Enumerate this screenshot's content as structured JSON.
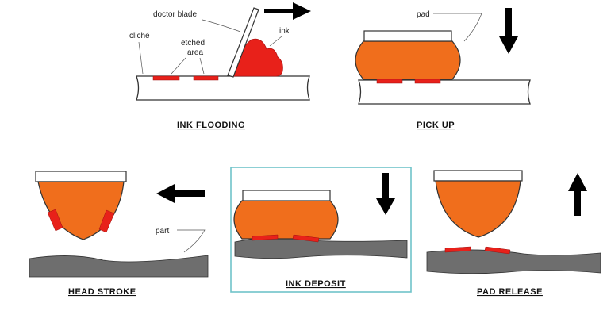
{
  "colors": {
    "pad": "#f06e1c",
    "ink": "#e8211a",
    "ink_dark": "#c01818",
    "part": "#6e6e6e",
    "frame": "#6fc3c9",
    "arrow": "#000000"
  },
  "panels": {
    "ink_flooding": {
      "caption": "INK FLOODING",
      "labels": {
        "doctor_blade": "doctor blade",
        "cliche": "cliché",
        "etched_area_line1": "etched",
        "etched_area_line2": "area",
        "ink": "ink"
      },
      "arrow_direction": "right"
    },
    "pick_up": {
      "caption": "PICK UP",
      "labels": {
        "pad": "pad"
      },
      "arrow_direction": "down"
    },
    "head_stroke": {
      "caption": "HEAD STROKE",
      "labels": {
        "part": "part"
      },
      "arrow_direction": "left"
    },
    "ink_deposit": {
      "caption": "INK DEPOSIT",
      "highlighted": true,
      "arrow_direction": "down"
    },
    "pad_release": {
      "caption": "PAD RELEASE",
      "arrow_direction": "up"
    }
  }
}
